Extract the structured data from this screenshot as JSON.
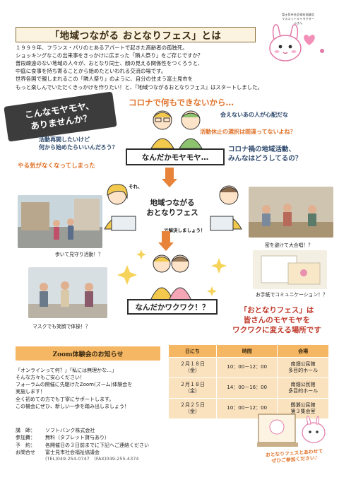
{
  "header": {
    "title": "「地域つながる おとなりフェス」とは",
    "org_line1": "富士見市社会福祉協議会",
    "org_line2": "マスコットキャラクター",
    "org_line3": "ふきん",
    "intro": [
      "１９９９年、フランス・パリのとあるアパートで起きた高齢者の孤独死。",
      "ショッキングなこの出来事をきっかけに広まった「隣人祭り」をご存じですか？",
      "普段疎遠のない地域の人々が、おとなり同士、顔の見える関係性をつくろうと、",
      "中庭に食事を持ち寄ることから始めたといわれる交流の場です。",
      "世界各国で親しまれるこの「隣人祭り」のように、自分の住まう富士見市を",
      "もっと楽しんでいただくきっかけを作りたい！と、『地域つながるおとなりフェス』はスタートしました。"
    ]
  },
  "problems": {
    "bubble_line1": "こんなモヤモヤ、",
    "bubble_line2": "ありませんか？",
    "corona": "コロナで何もできないから…",
    "meet": "会えないあの人が心配だな",
    "stop": "活動休止の選択は間違ってないよね？",
    "katsudo_line1": "活動再開したいけど",
    "katsudo_line2": "何から始めたらいいんだろう？",
    "corona_area_line1": "コロナ禍の地域活動、",
    "corona_area_line2": "みんなはどうしてるの？",
    "yaruki": "やる気がなくなってしまった",
    "moya": "なんだかモヤモヤ…"
  },
  "fest": {
    "sore": "それ、",
    "name_line1": "地域つながる",
    "name_line2": "おとなりフェス",
    "kaiketsu": "で解決しましょう！",
    "cap_walk": "歩いて見守り活動！？",
    "cap_choir": "密を避けて大合唱！？",
    "cap_mask": "マスクでも笑顔で体操！？",
    "cap_letter": "お手紙でコミュニケーション！？",
    "waku": "なんだかワクワク！？",
    "tag_line1": "「おとなりフェス」は",
    "tag_line2": "皆さんのモヤモヤを",
    "tag_line3": "ワクワクに変える場所です"
  },
  "zoom": {
    "heading": "Zoom体験会のお知らせ",
    "body": [
      "「オンラインって何？」「私には無理かな…」",
      "そんな方々もご安心ください！",
      "フォーラムの開催に先駆けたZoom(ズーム)体験会を",
      "実施します！",
      "全く初めての方でも丁寧にサポートします。",
      "この機会にぜひ、新しい一歩を踏み出しましょう！"
    ]
  },
  "schedule": {
    "headers": [
      "日にち",
      "時間",
      "会場"
    ],
    "rows": [
      {
        "date": "２月１８日",
        "day": "（金）",
        "time": "10：00－12：00",
        "venue1": "南畑公民館",
        "venue2": "多目的ホール"
      },
      {
        "date": "２月１８日",
        "day": "（金）",
        "time": "14：00－16：00",
        "venue1": "南畑公民館",
        "venue2": "多目的ホール"
      },
      {
        "date": "２月２５日",
        "day": "（金）",
        "time": "10：00－12：00",
        "venue1": "鶴瀬公民館",
        "venue2": "第３集会室"
      }
    ]
  },
  "info": {
    "rows": [
      {
        "k": "講　師：",
        "v": "ソフトバンク株式会社"
      },
      {
        "k": "参加費：",
        "v": "無料（タブレット貸与あり）"
      },
      {
        "k": "予　約：",
        "v": "各開催日の３日前までに下記へご連絡ください"
      },
      {
        "k": "お問合せ",
        "v": "富士見市社会福祉協議会"
      }
    ],
    "tel": "(TEL)049-254-0747　(FAX)049-255-4374"
  },
  "invite_line1": "おとなりフェスとあわせて",
  "invite_line2": "ぜひご参加ください♪",
  "colors": {
    "orange": "#e0732a",
    "navy": "#2f4a6e",
    "red": "#c0392b",
    "table_head": "#f5b764",
    "table_cell": "#fbe2bf"
  }
}
